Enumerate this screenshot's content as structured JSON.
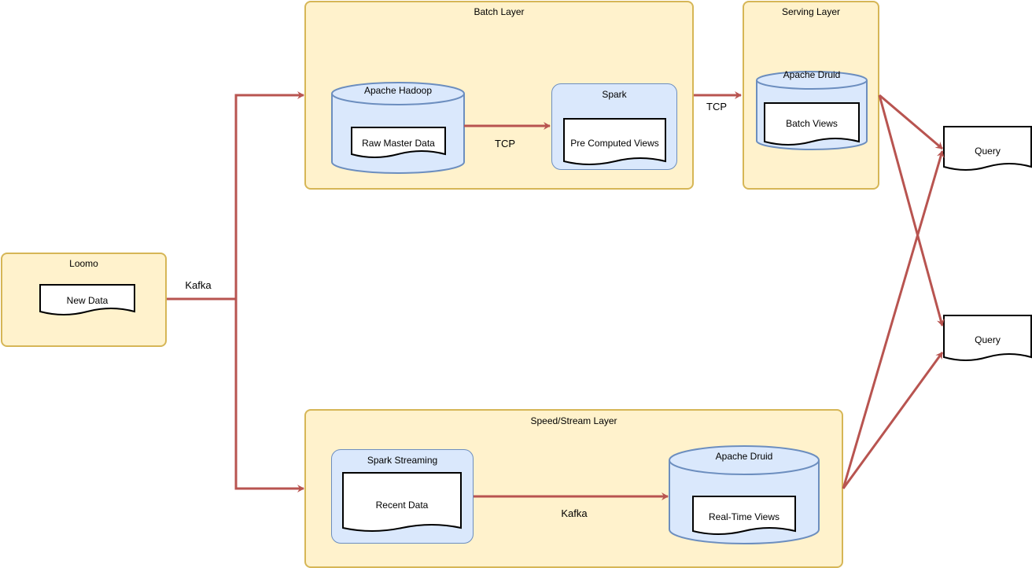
{
  "loomo": {
    "title": "Loomo",
    "doc": "New Data"
  },
  "batch": {
    "title": "Batch Layer",
    "hadoop": {
      "title": "Apache Hadoop",
      "doc": "Raw Master Data"
    },
    "spark": {
      "title": "Spark",
      "doc": "Pre Computed Views"
    },
    "edge_label": "TCP"
  },
  "serving": {
    "title": "Serving Layer",
    "druid": {
      "title": "Apache Druid",
      "doc": "Batch Views"
    },
    "edge_label": "TCP"
  },
  "speed": {
    "title": "Speed/Stream Layer",
    "streaming": {
      "title": "Spark Streaming",
      "doc": "Recent Data"
    },
    "druid": {
      "title": "Apache Druid",
      "doc": "Real-Time Views"
    },
    "edge_label": "Kafka"
  },
  "ingest_edge_label": "Kafka",
  "queries": [
    "Query",
    "Query"
  ],
  "colors": {
    "layer_fill": "#fff2cc",
    "layer_stroke": "#d6b656",
    "store_fill": "#dae8fc",
    "store_stroke": "#6c8ebf",
    "arrow": "#b85450"
  }
}
